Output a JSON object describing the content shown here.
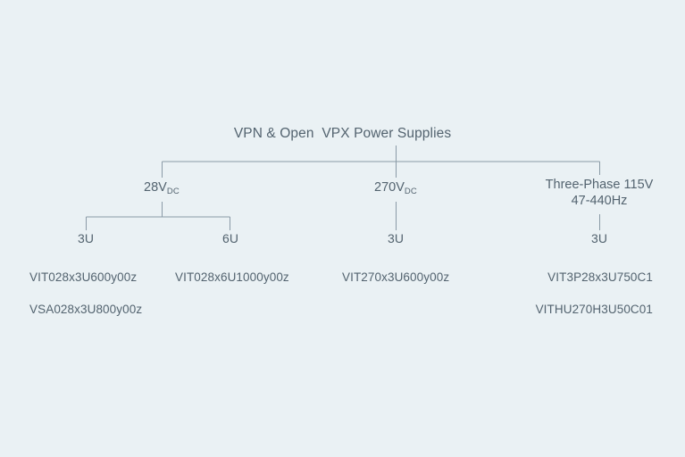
{
  "diagram": {
    "type": "hierarchy-tree",
    "background_color": "#eaf1f4",
    "line_color": "#8a9aa6",
    "text_color": "#53636f",
    "root": {
      "label": "VPN & Open  VPX Power Supplies"
    },
    "branches": [
      {
        "id": "28vdc",
        "label_main": "28V",
        "label_sub": "DC",
        "children": [
          {
            "id": "28vdc-3u",
            "label": "3U",
            "parts": [
              "VIT028x3U600y00z",
              "VSA028x3U800y00z"
            ]
          },
          {
            "id": "28vdc-6u",
            "label": "6U",
            "parts": [
              "VIT028x6U1000y00z"
            ]
          }
        ]
      },
      {
        "id": "270vdc",
        "label_main": "270V",
        "label_sub": "DC",
        "children": [
          {
            "id": "270vdc-3u",
            "label": "3U",
            "parts": [
              "VIT270x3U600y00z"
            ]
          }
        ]
      },
      {
        "id": "three-phase",
        "label_line1": "Three-Phase 115V",
        "label_line2": "47-440Hz",
        "children": [
          {
            "id": "three-phase-3u",
            "label": "3U",
            "parts": [
              "VIT3P28x3U750C1",
              "VITHU270H3U50C01"
            ]
          }
        ]
      }
    ]
  }
}
